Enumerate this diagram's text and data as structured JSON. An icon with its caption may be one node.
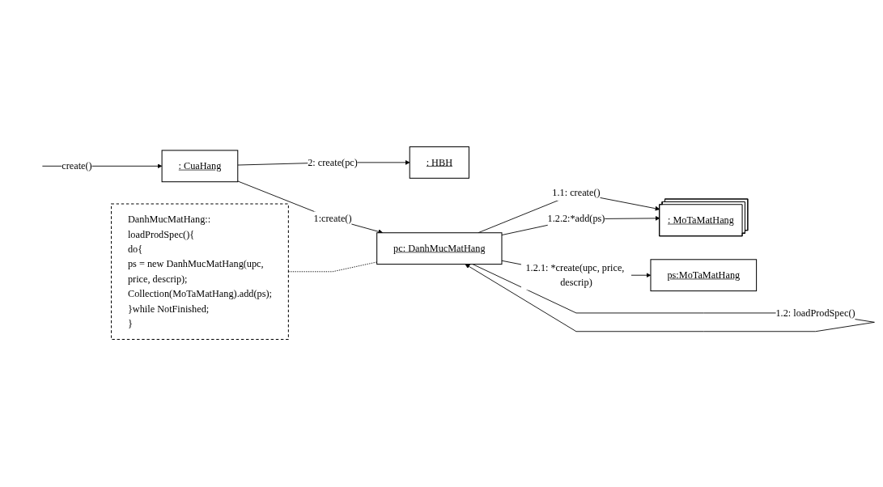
{
  "diagram": {
    "nodes": [
      {
        "text": [
          ": CuaHang"
        ]
      },
      {
        "text": [
          ": HBH"
        ]
      },
      {
        "text": [
          "pc: DanhMucMatHang"
        ]
      },
      {
        "text": [
          ": MoTaMatHang"
        ]
      },
      {
        "text": [
          "ps:MoTaMatHang"
        ]
      },
      {
        "text": [
          "DanhMucMatHang:: loadProdSpec(){",
          "do{",
          "ps = new DanhMucMatHang(upc, price, descrip);",
          "Collection(MoTaMatHang).add(ps);",
          "}while NotFinished;",
          "}"
        ]
      }
    ],
    "edges": [
      {
        "from": null,
        "to": 0,
        "label": "create()",
        "arrow": "to"
      },
      {
        "from": 0,
        "to": 1,
        "label": "2: create(pc)",
        "arrow": "to"
      },
      {
        "from": 0,
        "to": 2,
        "label": "1:create()",
        "arrow": "to"
      },
      {
        "from": 2,
        "to": 3,
        "label": "1.1: create()",
        "arrow": "to"
      },
      {
        "from": 2,
        "to": 3,
        "label": "1.2.2:*add(ps)",
        "arrow": "to"
      },
      {
        "from": 2,
        "to": 4,
        "label": "1.2.1: *create(upc, price, descrip)",
        "arrow": "to"
      },
      {
        "from": 2,
        "to": 2,
        "label": "1.2: loadProdSpec()",
        "arrow": "to"
      },
      {
        "from": 5,
        "to": 2,
        "arrow": "none",
        "style": "dashed"
      }
    ]
  }
}
